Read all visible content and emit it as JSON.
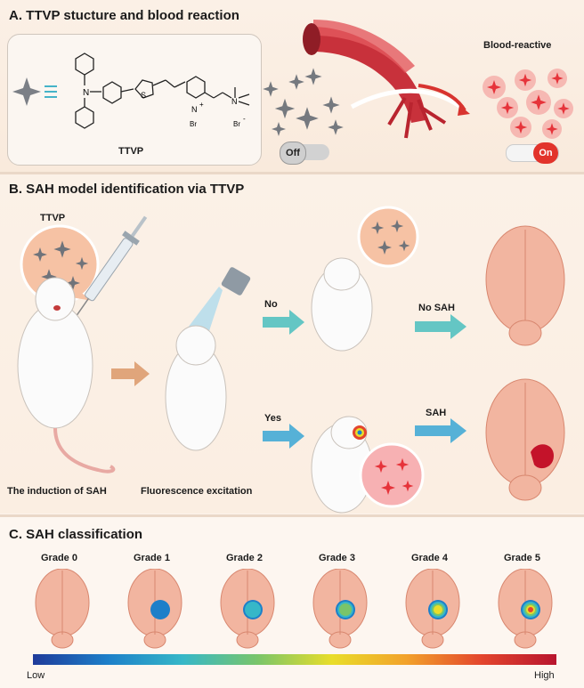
{
  "panel_a": {
    "title": "A. TTVP stucture and blood reaction",
    "molecule_label": "TTVP",
    "atoms": {
      "n": "N",
      "s": "S",
      "n_plus": "N",
      "plus": "+",
      "br1": "Br",
      "br2": "Br",
      "minus": "-",
      "n_plus2": "N"
    },
    "blood_reactive_label": "Blood-reactive",
    "toggle_off_label": "Off",
    "toggle_on_label": "On",
    "colors": {
      "off_knob": "#d9d9d9",
      "on_knob": "#e2332b",
      "vessel": "#c8313b"
    }
  },
  "panel_b": {
    "title": "B. SAH model identification via TTVP",
    "probe_label": "TTVP",
    "induction_label": "The induction of SAH",
    "excitation_label": "Fluorescence excitation",
    "branch_no_label": "No",
    "branch_yes_label": "Yes",
    "result_no_label": "No SAH",
    "result_yes_label": "SAH"
  },
  "panel_c": {
    "title": "C. SAH classification",
    "grades": [
      "Grade 0",
      "Grade 1",
      "Grade 2",
      "Grade 3",
      "Grade 4",
      "Grade 5"
    ],
    "grade_levels": [
      0,
      1,
      2,
      3,
      4,
      5
    ],
    "colorbar_low": "Low",
    "colorbar_high": "High",
    "colorbar_colors": [
      "#1f3b9a",
      "#1d7fc9",
      "#36b7c8",
      "#79c56a",
      "#e9dd2a",
      "#f2a12b",
      "#e3452d",
      "#b8152e"
    ]
  }
}
